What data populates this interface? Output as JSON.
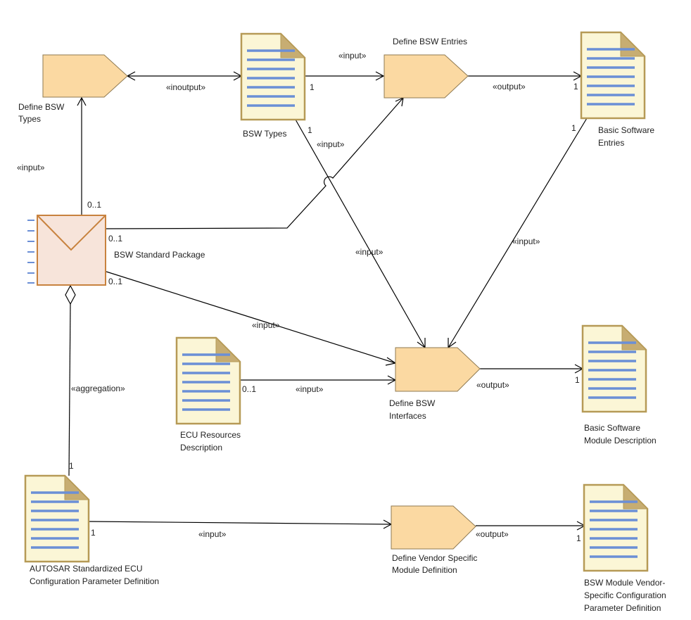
{
  "colors": {
    "task_fill": "#fbd9a2",
    "task_stroke": "#8f7a52",
    "doc_fill": "#fbf6d6",
    "doc_stroke": "#b69a56",
    "doc_fold": "#c7ad72",
    "doc_lines": "#6b8fd6",
    "package_fill": "#f7e4da",
    "package_stroke": "#c8823e"
  },
  "tasks": {
    "define_bsw_types": [
      "Define BSW",
      "Types"
    ],
    "define_bsw_entries": [
      "Define BSW Entries"
    ],
    "define_bsw_interfaces": [
      "Define BSW",
      "Interfaces"
    ],
    "define_vendor_specific": [
      "Define Vendor Specific",
      "Module Definition"
    ]
  },
  "documents": {
    "bsw_types": [
      "BSW Types"
    ],
    "basic_software_entries": [
      "Basic Software",
      "Entries"
    ],
    "ecu_resources_description": [
      "ECU Resources",
      "Description"
    ],
    "basic_software_module_description": [
      "Basic Software",
      "Module Description"
    ],
    "autosar_std_ecu_config_param_def": [
      "AUTOSAR Standardized ECU",
      "Configuration Parameter Definition"
    ],
    "bsw_module_vendor_specific_config": [
      "BSW Module Vendor-",
      "Specific Configuration",
      "Parameter Definition"
    ]
  },
  "package": {
    "bsw_standard_package": "BSW Standard Package"
  },
  "connector_labels": {
    "inoutput": "«inoutput»",
    "input": "«input»",
    "output": "«output»",
    "aggregation": "«aggregation»"
  },
  "multiplicities": {
    "one": "1",
    "zero_to_one": "0..1"
  }
}
